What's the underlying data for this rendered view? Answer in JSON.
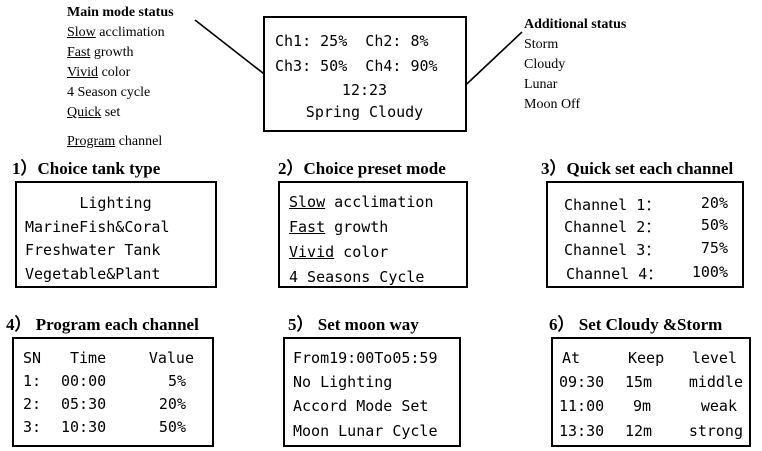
{
  "main_status": {
    "title": "Main mode status",
    "items": [
      {
        "u": "Slow",
        "r": " acclimation"
      },
      {
        "u": "Fast",
        "r": " growth"
      },
      {
        "u": "Vivid",
        "r": " color"
      },
      {
        "u": "",
        "r": "4 Season cycle"
      },
      {
        "u": "Quick",
        "r": " set"
      }
    ],
    "program": {
      "u": "Program",
      "r": " channel"
    }
  },
  "display": {
    "row1": "Ch1: 25%  Ch2: 8%",
    "row2": "Ch3: 50%  Ch4: 90%",
    "time": "12:23",
    "mode": "Spring Cloudy"
  },
  "additional_status": {
    "title": "Additional status",
    "items": [
      "Storm",
      "Cloudy",
      "Lunar",
      "Moon Off"
    ]
  },
  "panels": {
    "p1": {
      "title": "1）Choice tank type",
      "lines": [
        "Lighting",
        "MarineFish&Coral",
        "Freshwater Tank",
        "Vegetable&Plant"
      ]
    },
    "p2": {
      "title": "2）Choice preset mode",
      "lines": [
        {
          "u": "Slow",
          "r": " acclimation"
        },
        {
          "u": "Fast",
          "r": " growth"
        },
        {
          "u": "Vivid",
          "r": " color"
        },
        {
          "u": "",
          "r": "4 Seasons Cycle"
        }
      ]
    },
    "p3": {
      "title": "3）Quick set each channel",
      "rows": [
        {
          "ch": "Channel 1：",
          "v": "20%"
        },
        {
          "ch": "Channel 2：",
          "v": "50%"
        },
        {
          "ch": "Channel 3：",
          "v": "75%"
        },
        {
          "ch": "Channel 4：",
          "v": "100%"
        }
      ]
    },
    "p4": {
      "title": "4） Program each channel",
      "header": {
        "sn": "SN",
        "time": "Time",
        "value": "Value"
      },
      "rows": [
        {
          "sn": "1:",
          "time": "00:00",
          "value": "5%"
        },
        {
          "sn": "2:",
          "time": "05:30",
          "value": "20%"
        },
        {
          "sn": "3:",
          "time": "10:30",
          "value": "50%"
        }
      ]
    },
    "p5": {
      "title": "5） Set moon way",
      "lines": [
        "From19:00To05:59",
        "No Lighting",
        "Accord Mode Set",
        "Moon Lunar Cycle"
      ]
    },
    "p6": {
      "title": "6） Set Cloudy &Storm",
      "header": {
        "at": "At",
        "keep": "Keep",
        "level": "level"
      },
      "rows": [
        {
          "at": "09:30",
          "keep": "15m",
          "level": "middle"
        },
        {
          "at": "11:00",
          "keep": "9m",
          "level": "weak"
        },
        {
          "at": "13:30",
          "keep": "12m",
          "level": "strong"
        }
      ]
    }
  }
}
